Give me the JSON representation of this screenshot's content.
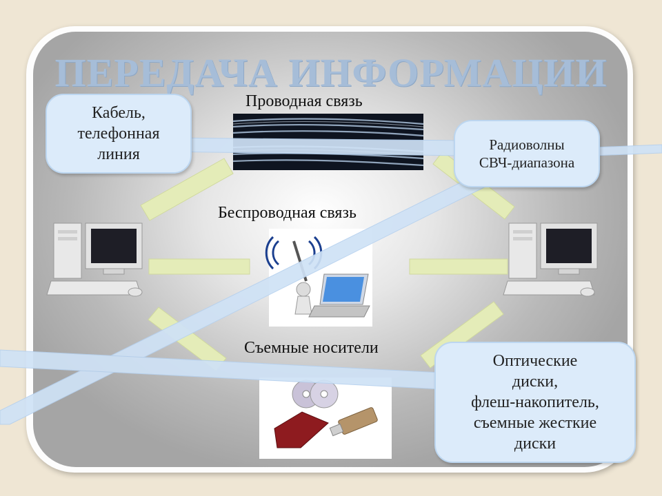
{
  "title": "ПЕРЕДАЧА ИНФОРМАЦИИ",
  "sections": {
    "wired": "Проводная связь",
    "wireless": "Беспроводная связь",
    "removable": "Съемные носители"
  },
  "callouts": {
    "cable": [
      "Кабель,",
      "телефонная",
      "линия"
    ],
    "radio": [
      "Радиоволны",
      "СВЧ-диапазона"
    ],
    "optical": [
      "Оптические",
      "диски,",
      "флеш-накопитель,",
      "съемные жесткие",
      "диски"
    ]
  },
  "colors": {
    "title": "#a6bdd8",
    "callout_fill": "#dcebfa",
    "connector": "#e4ecb8",
    "ribbon": "#cfe2f6"
  },
  "icons": [
    "computer-left-icon",
    "computer-right-icon",
    "cable-photo",
    "wireless-laptop-photo",
    "removable-media-photo"
  ]
}
